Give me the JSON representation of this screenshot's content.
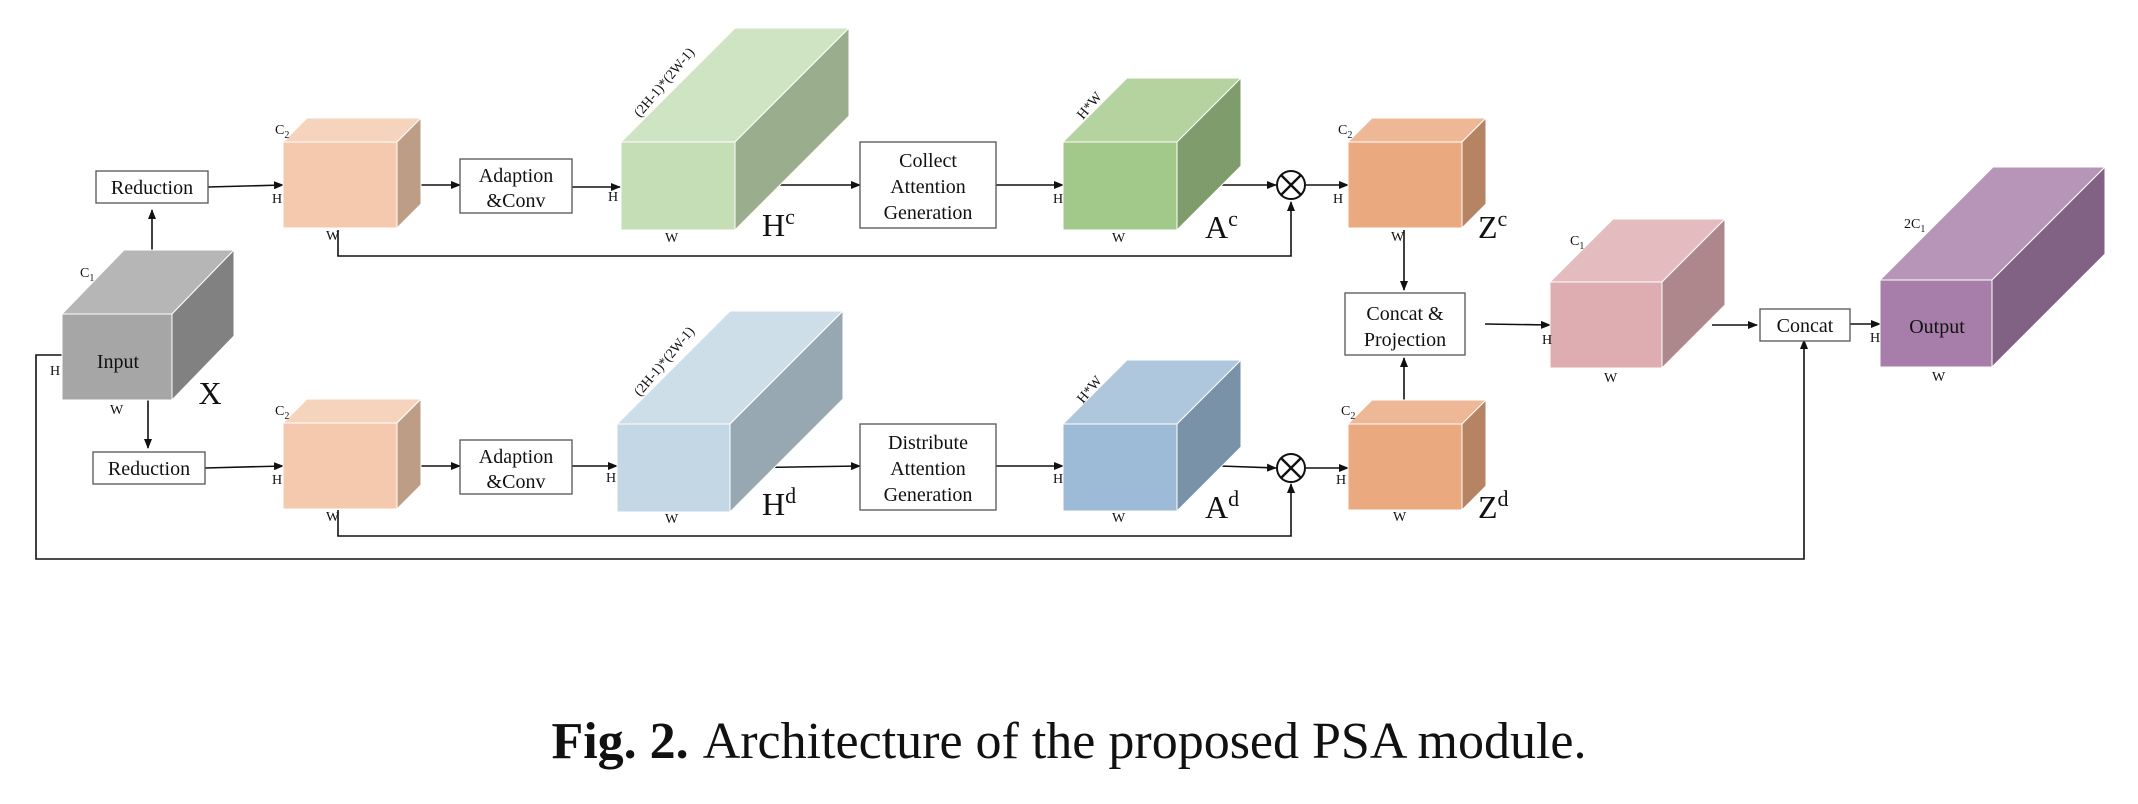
{
  "caption": {
    "label": "Fig. 2.",
    "text": "Architecture of the proposed PSA module."
  },
  "input": {
    "text": "Input",
    "name": "X",
    "channel": "C",
    "channel_sub": "1",
    "h": "H",
    "w": "W"
  },
  "reduction_top": "Reduction",
  "reduction_bottom": "Reduction",
  "reduced_c": {
    "channel": "C",
    "channel_sub": "2",
    "h": "H",
    "w": "W"
  },
  "reduced_d": {
    "channel": "C",
    "channel_sub": "2",
    "h": "H",
    "w": "W"
  },
  "adaption_top": [
    "Adaption",
    "&Conv"
  ],
  "adaption_bottom": [
    "Adaption",
    "&Conv"
  ],
  "hc": {
    "base": "H",
    "sup": "c",
    "depth": "(2H-1)*(2W-1)",
    "h": "H",
    "w": "W"
  },
  "hd": {
    "base": "H",
    "sup": "d",
    "depth": "(2H-1)*(2W-1)",
    "h": "H",
    "w": "W"
  },
  "collect": [
    "Collect",
    "Attention",
    "Generation"
  ],
  "distribute": [
    "Distribute",
    "Attention",
    "Generation"
  ],
  "ac": {
    "base": "A",
    "sup": "c",
    "depth": "H*W",
    "h": "H",
    "w": "W"
  },
  "ad": {
    "base": "A",
    "sup": "d",
    "depth": "H*W",
    "h": "H",
    "w": "W"
  },
  "multiply_symbol": "⊗",
  "zc": {
    "base": "Z",
    "sup": "c",
    "channel": "C",
    "channel_sub": "2",
    "h": "H",
    "w": "W"
  },
  "zd": {
    "base": "Z",
    "sup": "d",
    "channel": "C",
    "channel_sub": "2",
    "h": "H",
    "w": "W"
  },
  "concat_projection": [
    "Concat &",
    "Projection"
  ],
  "projected": {
    "channel": "C",
    "channel_sub": "1",
    "h": "H",
    "w": "W"
  },
  "concat": "Concat",
  "output": {
    "text": "Output",
    "channel": "2C",
    "channel_sub": "1",
    "h": "H",
    "w": "W"
  },
  "colors": {
    "input": "#a6a6a6",
    "reduced": "#f4c9ad",
    "hc": "#c5deb5",
    "ac": "#a3c98a",
    "zcd": "#eaa97f",
    "hd": "#c3d7e4",
    "ad": "#9dbbd6",
    "projected": "#deadb2",
    "output": "#a77ea9"
  }
}
